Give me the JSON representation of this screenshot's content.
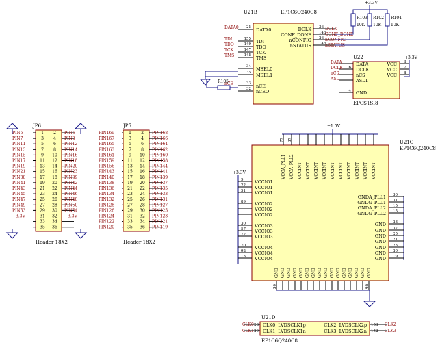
{
  "u21b": {
    "ref": "U21B",
    "part": "EP1C6Q240C8",
    "left_pins": [
      {
        "net": "DATA0",
        "num": "25",
        "name": "DATA0"
      },
      {
        "net": "TDI",
        "num": "155",
        "name": "TDI"
      },
      {
        "net": "TDO",
        "num": "149",
        "name": "TDO"
      },
      {
        "net": "TCK",
        "num": "147",
        "name": "TCK"
      },
      {
        "net": "TMS",
        "num": "148",
        "name": "TMS"
      },
      {
        "net": "",
        "num": "34",
        "name": "MSEL0"
      },
      {
        "net": "",
        "num": "35",
        "name": "MSEL1"
      },
      {
        "net": "nCE",
        "num": "33",
        "name": "nCE"
      },
      {
        "net": "",
        "num": "32",
        "name": "nCEO"
      }
    ],
    "right_pins": [
      {
        "num": "36",
        "name": "DCLK",
        "net": "DCLK"
      },
      {
        "num": "145",
        "name": "CONF_DONE",
        "net": "CONF_DONE"
      },
      {
        "num": "26",
        "name": "nCONFIG",
        "net": "nCONFIG"
      },
      {
        "num": "146",
        "name": "nSTATUS",
        "net": "nSTATUS"
      }
    ],
    "resistor": "R105"
  },
  "pullups": {
    "rail": "+3.3V",
    "resistors": [
      {
        "ref": "R103",
        "value": "10K"
      },
      {
        "ref": "R102",
        "value": "10K"
      },
      {
        "ref": "R104",
        "value": "10K"
      }
    ]
  },
  "u22": {
    "ref": "U22",
    "part": "EPCS1SI8",
    "rail": "+3.3V",
    "left_pins": [
      {
        "net": "DATA",
        "num": "",
        "name": "DATA"
      },
      {
        "net": "DCLK",
        "num": "6",
        "name": "DCLK"
      },
      {
        "net": "nCS",
        "num": "",
        "name": "nCS"
      },
      {
        "net": "ASD",
        "num": "",
        "name": "ASDI"
      },
      {
        "net": "",
        "num": "4",
        "name": "GND"
      }
    ],
    "right_pins": [
      {
        "num": "3",
        "name": "VCC"
      },
      {
        "num": "7",
        "name": "VCC"
      },
      {
        "num": "8",
        "name": "VCC"
      }
    ]
  },
  "jp6": {
    "ref": "JP6",
    "label": "Header 18X2",
    "left": [
      "PIN5",
      "PIN7",
      "PIN11",
      "PIN13",
      "PIN15",
      "PIN17",
      "PIN19",
      "PIN21",
      "PIN38",
      "PIN41",
      "PIN43",
      "PIN45",
      "PIN47",
      "PIN49",
      "PIN53",
      "+3.3V"
    ],
    "right": [
      "PIN6",
      "PIN8",
      "PIN12",
      "PIN14",
      "PIN16",
      "PIN18",
      "PIN20",
      "PIN23",
      "PIN39",
      "PIN42",
      "PIN44",
      "PIN46",
      "PIN48",
      "PIN50",
      "PIN54",
      "+3.3V"
    ],
    "odd": [
      "1",
      "3",
      "5",
      "7",
      "9",
      "11",
      "13",
      "15",
      "17",
      "19",
      "21",
      "23",
      "25",
      "27",
      "29",
      "31",
      "33",
      "35"
    ],
    "even": [
      "2",
      "4",
      "6",
      "8",
      "10",
      "12",
      "14",
      "16",
      "18",
      "20",
      "22",
      "24",
      "26",
      "28",
      "30",
      "32",
      "34",
      "36"
    ]
  },
  "jp5": {
    "ref": "JP5",
    "label": "Header 18X2",
    "left": [
      "PIN169",
      "PIN167",
      "PIN165",
      "PIN163",
      "PIN161",
      "PIN159",
      "PIN156",
      "PIN143",
      "PIN140",
      "PIN138",
      "PIN136",
      "PIN134",
      "PIN132",
      "PIN128",
      "PIN126",
      "PIN124",
      "PIN122",
      "PIN120"
    ],
    "right": [
      "PIN168",
      "PIN166",
      "PIN164",
      "PIN162",
      "PIN160",
      "PIN158",
      "PIN144",
      "PIN141",
      "PIN139",
      "PIN137",
      "PIN135",
      "PIN133",
      "PIN131",
      "PIN127",
      "PIN125",
      "PIN123",
      "PIN121",
      "PIN119"
    ]
  },
  "u21c": {
    "ref": "U21C",
    "part": "EP1C6Q240C8",
    "rail_left": "+3.3V",
    "rail_top": "+1.5V",
    "top_pins": [
      "VCCA_PLL1",
      "VCCA_PLL2",
      "VCCINT",
      "VCCINT",
      "VCCINT",
      "VCCINT",
      "VCCINT",
      "VCCINT",
      "VCCINT",
      "VCCINT",
      "VCCINT",
      "VCCINT"
    ],
    "top_nums": [
      "77",
      "37",
      "",
      "",
      "",
      "",
      "",
      "",
      "",
      "",
      "",
      ""
    ],
    "left_pins": [
      {
        "num": "9",
        "name": "VCCIO1"
      },
      {
        "num": "22",
        "name": "VCCIO1"
      },
      {
        "num": "51",
        "name": "VCCIO1"
      },
      {
        "num": "89",
        "name": "VCCIO2"
      },
      {
        "num": "",
        "name": "VCCIO2"
      },
      {
        "num": "",
        "name": "VCCIO2"
      },
      {
        "num": "30",
        "name": "VCCIO3"
      },
      {
        "num": "57",
        "name": "VCCIO3"
      },
      {
        "num": "72",
        "name": "VCCIO3"
      },
      {
        "num": "70",
        "name": "VCCIO4"
      },
      {
        "num": "92",
        "name": "VCCIO4"
      },
      {
        "num": "13",
        "name": "VCCIO4"
      }
    ],
    "right_pins": [
      {
        "num": "30",
        "name": "GNDA_PLL1"
      },
      {
        "num": "31",
        "name": "GNDG_PLL1"
      },
      {
        "num": "15",
        "name": "GNDA_PLL2"
      },
      {
        "num": "15",
        "name": "GNDG_PLL2"
      },
      {
        "num": "23",
        "name": "GND"
      },
      {
        "num": "37",
        "name": "GND"
      },
      {
        "num": "25",
        "name": "GND"
      },
      {
        "num": "21",
        "name": "GND"
      },
      {
        "num": "23",
        "name": "GND"
      },
      {
        "num": "20",
        "name": "GND"
      },
      {
        "num": "19",
        "name": "GND"
      }
    ],
    "bottom_pins": [
      "GND",
      "GND",
      "GND",
      "GND",
      "GND",
      "GND",
      "GND",
      "GND",
      "GND",
      "GND",
      "GND",
      "GND",
      "GND",
      "GND",
      "GND",
      "GND"
    ],
    "bottom_nums": [
      "30",
      "",
      "",
      "",
      "",
      "",
      "",
      "",
      "",
      "",
      "",
      "",
      "",
      "",
      "",
      "90"
    ]
  },
  "u21d": {
    "ref": "U21D",
    "part": "EP1C6Q240C8",
    "left_pins": [
      {
        "net": "CLK0",
        "num": "28",
        "name": "CLK0, LVDSCLK1p"
      },
      {
        "net": "CLK1",
        "num": "29",
        "name": "CLK1, LVDSCLK1n"
      }
    ],
    "right_pins": [
      {
        "net": "CLK2",
        "num": "153",
        "name": "CLK2, LVDSCLK2p"
      },
      {
        "net": "CLK3",
        "num": "152",
        "name": "CLK3, LVDSCLK2n"
      }
    ]
  }
}
